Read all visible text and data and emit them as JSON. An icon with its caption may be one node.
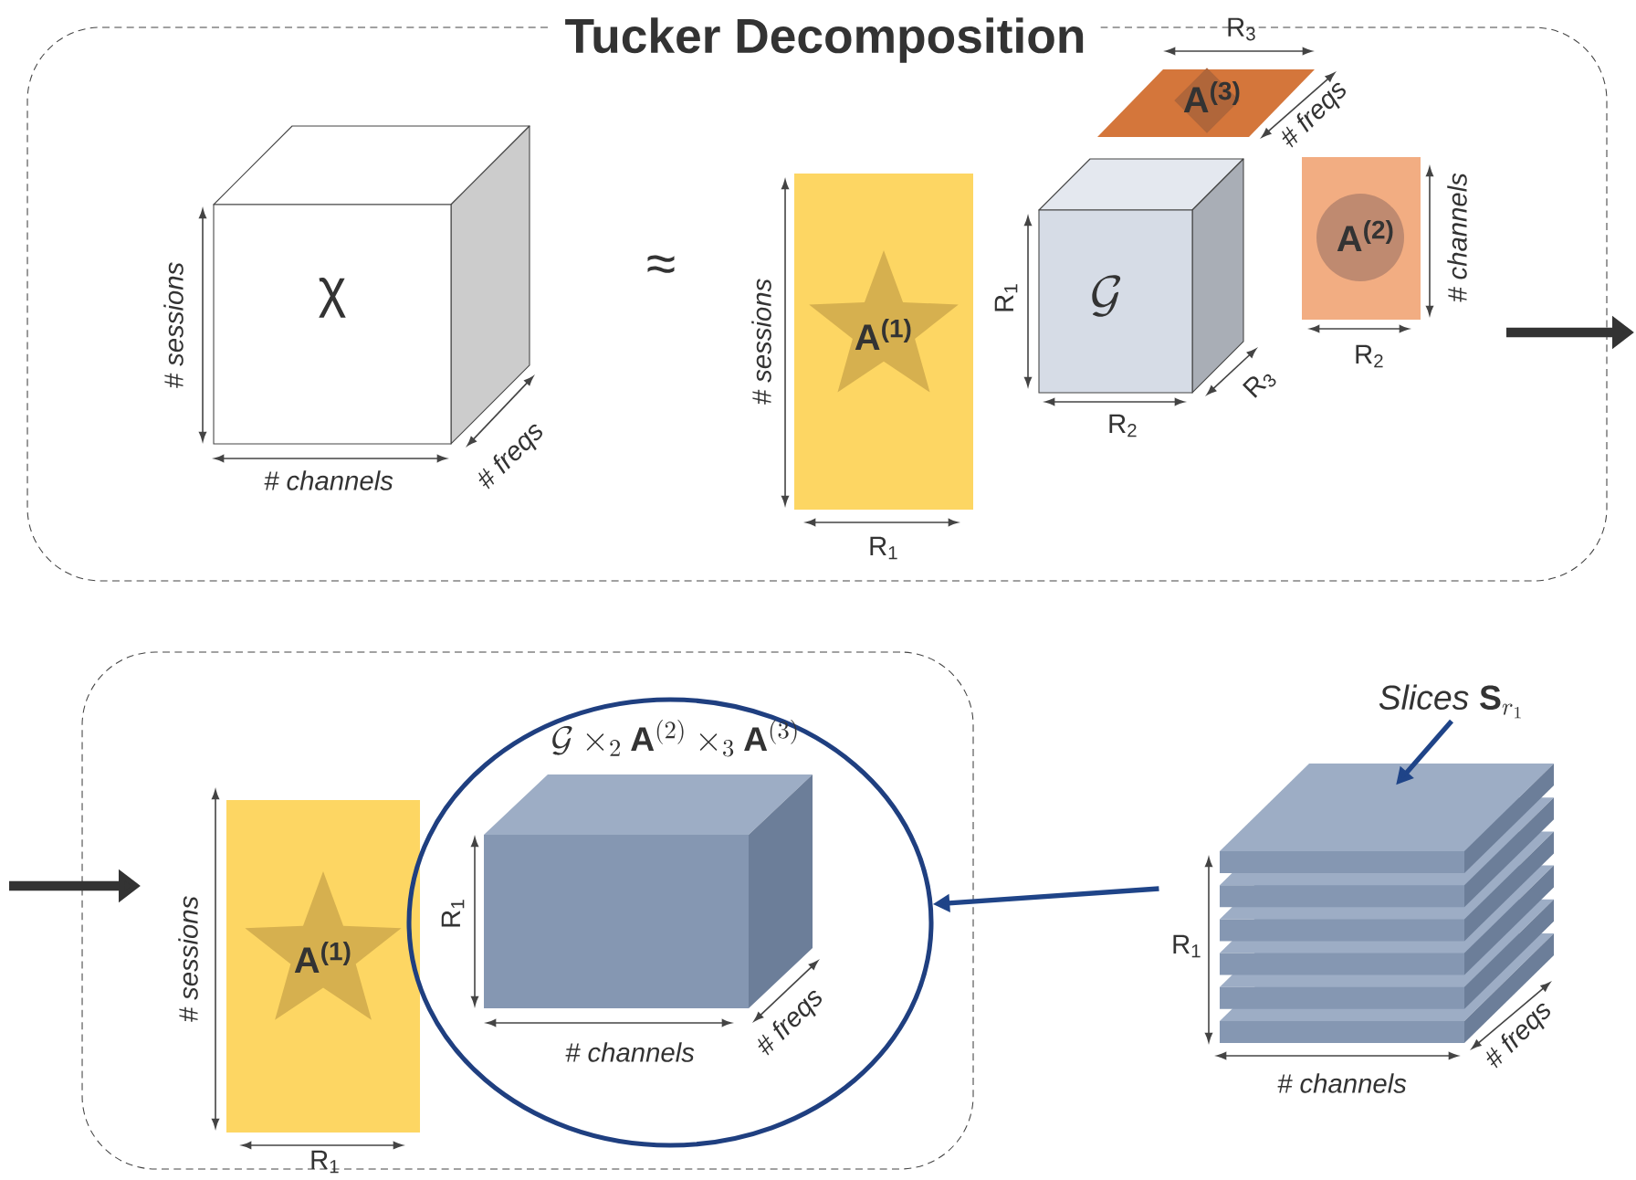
{
  "diagram": {
    "nodes": [
      {
        "text": [
          "Tucker Decomposition"
        ]
      },
      {
        "text": [
          "χ"
        ],
        "in": 0
      },
      {
        "text": [
          "A$^{(1)}$"
        ],
        "in": 0
      },
      {
        "text": [
          "\\mathcal{G}"
        ],
        "in": 0
      },
      {
        "text": [
          "A$^{(3)}$"
        ],
        "in": 0
      },
      {
        "text": [
          "A$^{(2)}$"
        ],
        "in": 0
      },
      {
        "text": [],
        "shape": "box"
      },
      {
        "text": [
          "A$^{(1)}$"
        ],
        "in": 6
      },
      {
        "text": [
          "\\mathcal{G}\\times_2\\mathbf{A}^{(2)}\\times_3\\mathbf{A}^{(3)}"
        ],
        "in": 6
      },
      {
        "text": [],
        "shape": "box",
        "in": 8
      },
      {
        "text": [],
        "shape": "picture"
      },
      {
        "text": [
          "\\mathit{Slices}\\;\\mathbf{S}_{r_1}"
        ]
      }
    ],
    "edges": [
      {
        "from": 10,
        "to": 8,
        "arrow": "to",
        "color": "#1f4488"
      },
      {
        "from": 11,
        "to": 10,
        "arrow": "to",
        "color": "#1f4488"
      }
    ],
    "labels": [
      "# sessions",
      "# channels",
      "# freqs",
      "≈",
      "# sessions",
      "R$_{1}$",
      "R$_{1}$",
      "R$_{2}$",
      "R$_{3}$",
      "R$_{3}$",
      "# freqs",
      "# channels",
      "R$_{2}$",
      "# sessions",
      "R$_{1}$",
      "R$_{1}$",
      "# channels",
      "# freqs",
      "R$_{1}$",
      "# channels",
      "# freqs"
    ]
  }
}
